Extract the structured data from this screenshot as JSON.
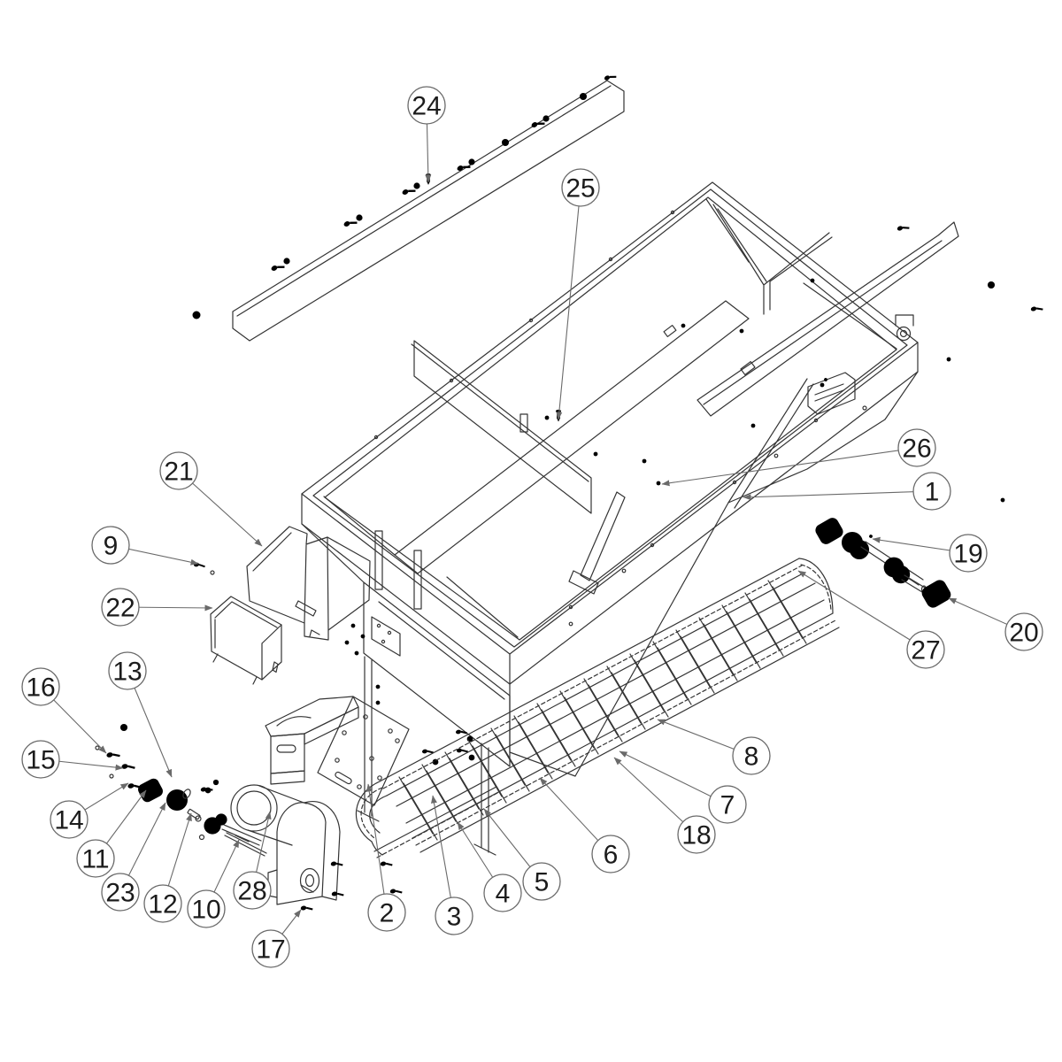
{
  "diagram": {
    "kind": "exploded-parts-diagram",
    "colors": {
      "background": "#ffffff",
      "line": "#343434",
      "callout_stroke": "#6a6a6a",
      "callout_text": "#1c1c1c"
    }
  },
  "callouts": [
    {
      "label": "1"
    },
    {
      "label": "2"
    },
    {
      "label": "3"
    },
    {
      "label": "4"
    },
    {
      "label": "5"
    },
    {
      "label": "6"
    },
    {
      "label": "7"
    },
    {
      "label": "8"
    },
    {
      "label": "9"
    },
    {
      "label": "10"
    },
    {
      "label": "11"
    },
    {
      "label": "12"
    },
    {
      "label": "13"
    },
    {
      "label": "14"
    },
    {
      "label": "15"
    },
    {
      "label": "16"
    },
    {
      "label": "17"
    },
    {
      "label": "18"
    },
    {
      "label": "19"
    },
    {
      "label": "20"
    },
    {
      "label": "21"
    },
    {
      "label": "22"
    },
    {
      "label": "23"
    },
    {
      "label": "24"
    },
    {
      "label": "25"
    },
    {
      "label": "26"
    },
    {
      "label": "27"
    },
    {
      "label": "28"
    }
  ]
}
